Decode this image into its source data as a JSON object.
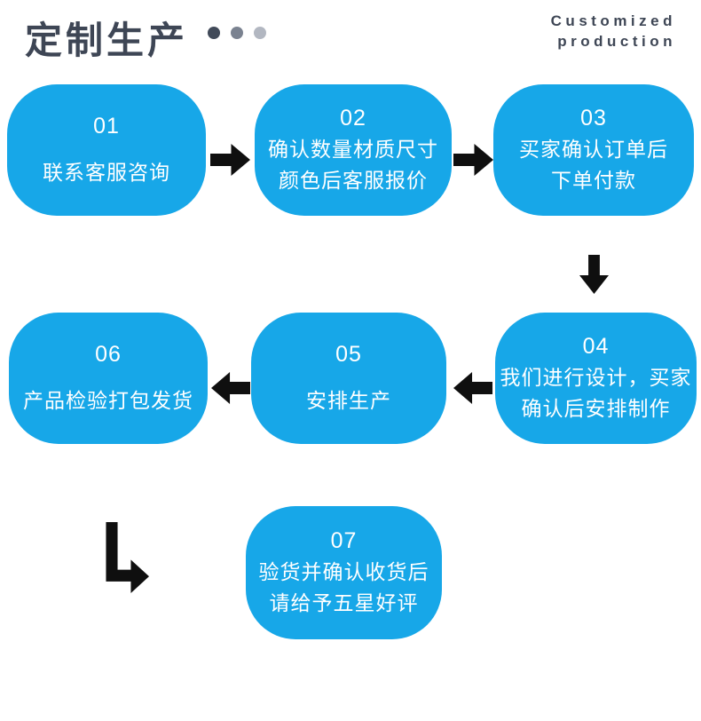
{
  "header": {
    "title": "定制生产",
    "subtitle": {
      "line1": "Customized",
      "line2": "production"
    },
    "dots": [
      {
        "color": "#414a59"
      },
      {
        "color": "#7a8290"
      },
      {
        "color": "#b2b7c1"
      }
    ]
  },
  "colors": {
    "box_blue": "#17a7e8",
    "box_text": "#ffffff",
    "arrow_black": "#0f0f0f",
    "heading_dark": "#3e4655"
  },
  "icons": {
    "arrow-right-icon": "➡",
    "arrow-left-icon": "⬅",
    "arrow-down-icon": "⬇",
    "arrow-bent-down-right-icon": "↳"
  },
  "steps": [
    {
      "number": "01",
      "line1": "联系客服咨询",
      "line2": ""
    },
    {
      "number": "02",
      "line1": "确认数量材质尺寸",
      "line2": "颜色后客服报价"
    },
    {
      "number": "03",
      "line1": "买家确认订单后",
      "line2": "下单付款"
    },
    {
      "number": "04",
      "line1": "我们进行设计，买家",
      "line2": "确认后安排制作"
    },
    {
      "number": "05",
      "line1": "安排生产",
      "line2": ""
    },
    {
      "number": "06",
      "line1": "产品检验打包发货",
      "line2": ""
    },
    {
      "number": "07",
      "line1": "验货并确认收货后",
      "line2": "请给予五星好评"
    }
  ]
}
